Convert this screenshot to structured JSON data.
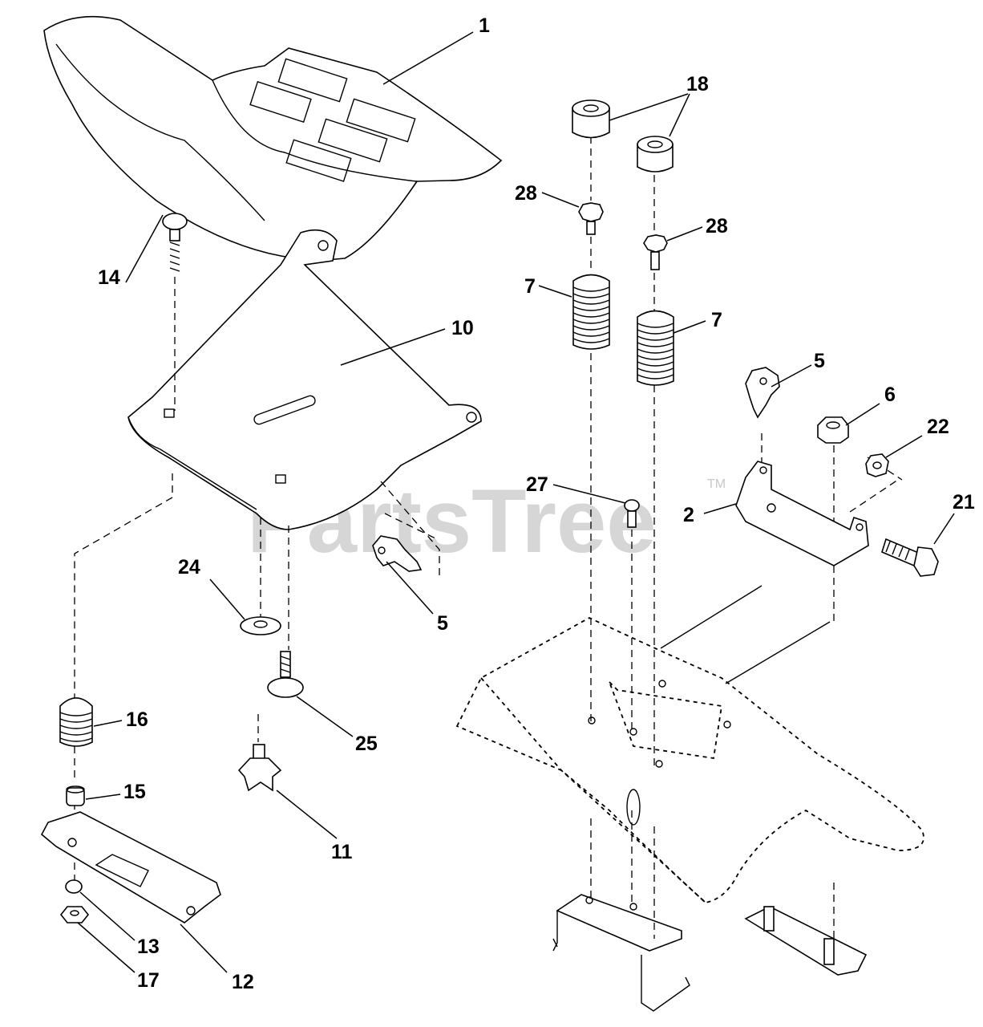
{
  "watermark": {
    "text": "PartsTree",
    "trademark": "TM"
  },
  "callouts": {
    "c1": "1",
    "c2": "2",
    "c5a": "5",
    "c5b": "5",
    "c6": "6",
    "c7a": "7",
    "c7b": "7",
    "c10": "10",
    "c11": "11",
    "c12": "12",
    "c13": "13",
    "c14": "14",
    "c15": "15",
    "c16": "16",
    "c17": "17",
    "c18": "18",
    "c21": "21",
    "c22": "22",
    "c24": "24",
    "c25": "25",
    "c27": "27",
    "c28a": "28",
    "c28b": "28"
  }
}
